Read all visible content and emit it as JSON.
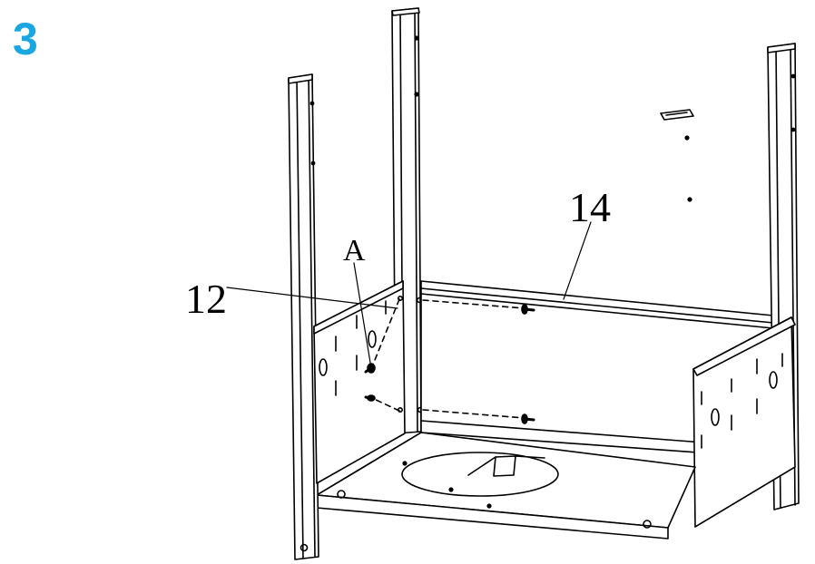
{
  "step": {
    "number": "3"
  },
  "callouts": [
    {
      "id": "part-12",
      "label": "12"
    },
    {
      "id": "part-14",
      "label": "14"
    },
    {
      "id": "detail-a",
      "label": "A"
    }
  ],
  "colors": {
    "step_number": "#1aa6e0",
    "line": "#000000",
    "background": "#ffffff"
  }
}
